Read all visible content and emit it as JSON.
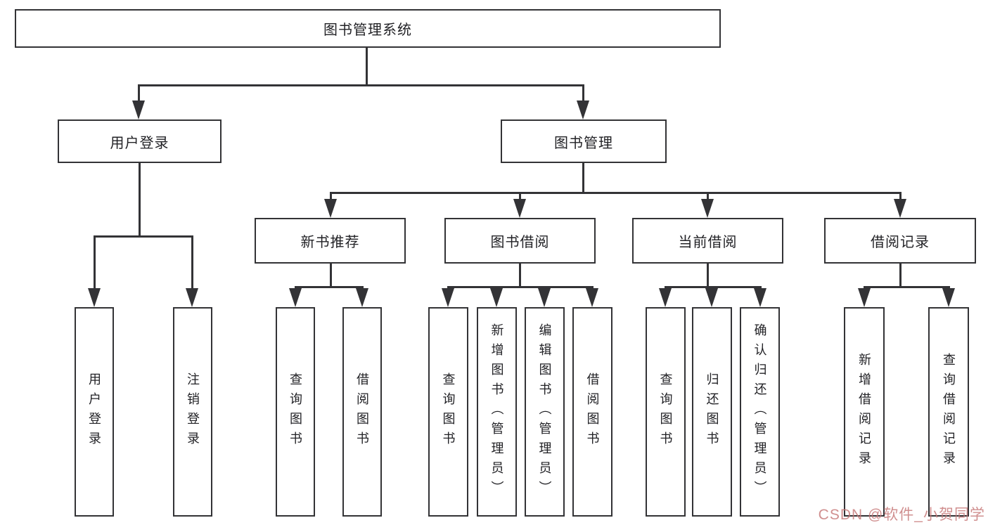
{
  "diagram": {
    "root": {
      "label": "图书管理系统"
    },
    "branches": {
      "user_login": {
        "label": "用户登录",
        "children": [
          "用户登录",
          "注销登录"
        ]
      },
      "book_management": {
        "label": "图书管理",
        "sections": {
          "new_book_recommend": {
            "label": "新书推荐",
            "children": [
              "查询图书",
              "借阅图书"
            ]
          },
          "book_borrow": {
            "label": "图书借阅",
            "children": [
              "查询图书",
              "新增图书（管理员）",
              "编辑图书（管理员）",
              "借阅图书"
            ]
          },
          "current_borrow": {
            "label": "当前借阅",
            "children": [
              "查询图书",
              "归还图书",
              "确认归还（管理员）"
            ]
          },
          "borrow_records": {
            "label": "借阅记录",
            "children": [
              "新增借阅记录",
              "查询借阅记录"
            ]
          }
        }
      }
    }
  },
  "watermark": {
    "text": "CSDN @软件_小贺同学",
    "color": "#C67676"
  },
  "colors": {
    "line": "#333336",
    "border": "#333336",
    "text": "#222226",
    "background": "#ffffff"
  }
}
